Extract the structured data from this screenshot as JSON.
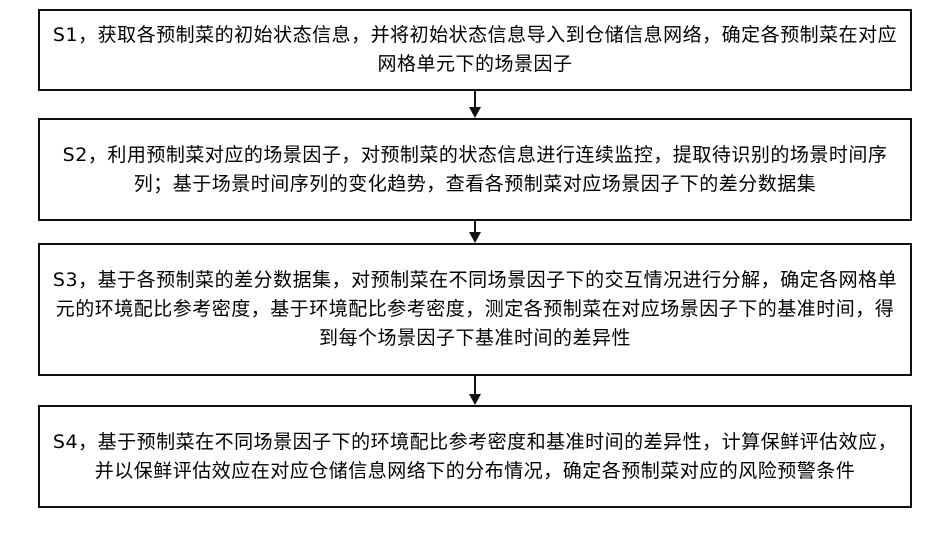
{
  "steps": [
    {
      "id": "S1",
      "text": "S1，获取各预制菜的初始状态信息，并将初始状态信息导入到仓储信息网络，确定各预制菜在对应网格单元下的场景因子"
    },
    {
      "id": "S2",
      "text": "S2，利用预制菜对应的场景因子，对预制菜的状态信息进行连续监控，提取待识别的场景时间序列；基于场景时间序列的变化趋势，查看各预制菜对应场景因子下的差分数据集"
    },
    {
      "id": "S3",
      "text": "S3，基于各预制菜的差分数据集，对预制菜在不同场景因子下的交互情况进行分解，确定各网格单元的环境配比参考密度，基于环境配比参考密度，测定各预制菜在对应场景因子下的基准时间，得到每个场景因子下基准时间的差异性"
    },
    {
      "id": "S4",
      "text": "S4，基于预制菜在不同场景因子下的环境配比参考密度和基准时间的差异性，计算保鲜评估效应，并以保鲜评估效应在对应仓储信息网络下的分布情况，确定各预制菜对应的风险预警条件"
    }
  ]
}
